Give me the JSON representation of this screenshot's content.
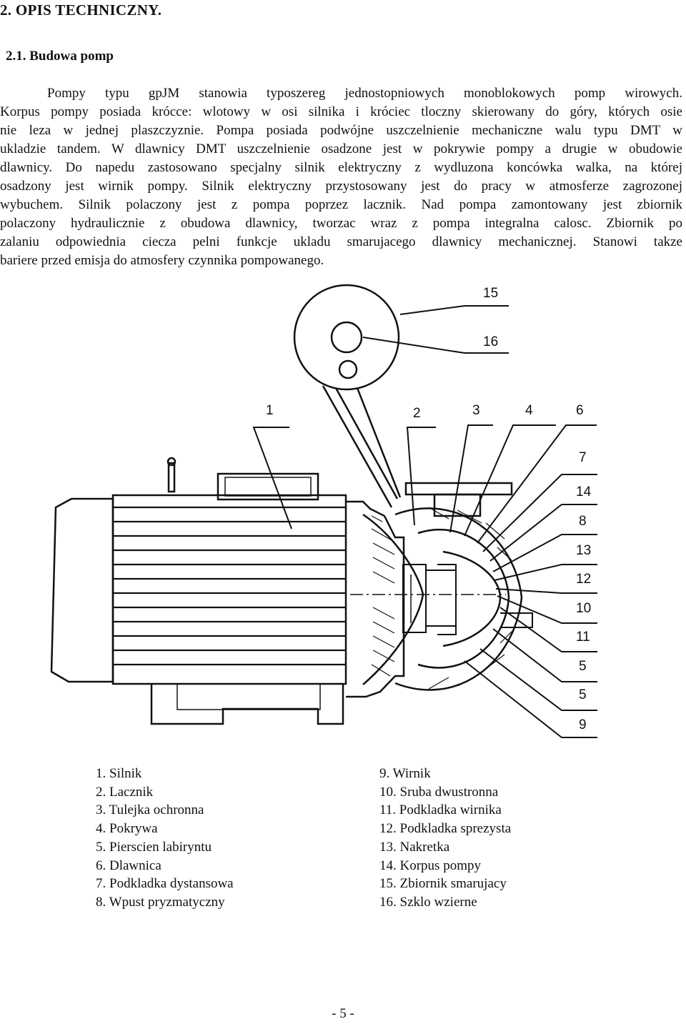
{
  "heading": "2. OPIS TECHNICZNY.",
  "subheading": "2.1. Budowa pomp",
  "paragraph_lines": [
    "Pompy typu gpJM stanowia typoszereg jednostopniowych monoblokowych pomp wirowych.",
    "Korpus pompy posiada krócce: wlotowy w osi silnika i króciec tloczny skierowany do góry, których osie",
    "nie leza w jednej plaszczyznie. Pompa posiada podwójne uszczelnienie mechaniczne walu typu DMT w",
    "ukladzie tandem. W dlawnicy DMT uszczelnienie osadzone jest w pokrywie pompy a drugie w obudowie",
    "dlawnicy. Do napedu zastosowano specjalny silnik elektryczny z wydluzona koncówka walka, na której",
    "osadzony jest wirnik pompy. Silnik elektryczny przystosowany jest do pracy w atmosferze zagrozonej",
    "wybuchem. Silnik polaczony jest z pompa poprzez lacznik. Nad pompa zamontowany jest zbiornik",
    "polaczony hydraulicznie z obudowa dlawnicy, tworzac wraz z pompa integralna calosc. Zbiornik po",
    "zalaniu odpowiednia ciecza pelni funkcje ukladu smarujacego dlawnicy mechanicznej. Stanowi takze",
    "bariere przed emisja do atmosfery czynnika pompowanego."
  ],
  "drawing_callouts": {
    "top_right": [
      "15",
      "16"
    ],
    "top_row": [
      "1",
      "2",
      "3",
      "4",
      "6"
    ],
    "right_column": [
      "7",
      "14",
      "8",
      "13",
      "12",
      "10",
      "11",
      "5",
      "5",
      "9"
    ]
  },
  "parts_list": {
    "left": [
      "1. Silnik",
      "2. Lacznik",
      "3. Tulejka ochronna",
      "4. Pokrywa",
      "5. Pierscien labiryntu",
      "6. Dlawnica",
      "7. Podkladka dystansowa",
      "8. Wpust pryzmatyczny"
    ],
    "right": [
      "9. Wirnik",
      "10. Sruba dwustronna",
      "11. Podkladka wirnika",
      "12. Podkladka sprezysta",
      "13. Nakretka",
      "14. Korpus pompy",
      "15. Zbiornik smarujacy",
      "16. Szklo wzierne"
    ]
  },
  "page_number": "- 5 -"
}
